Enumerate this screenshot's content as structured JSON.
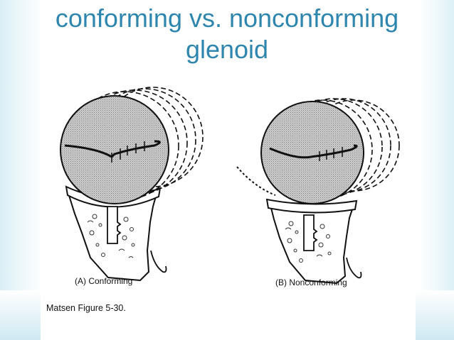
{
  "slide": {
    "title_line1": "conforming vs. nonconforming",
    "title_line2": "glenoid"
  },
  "figure": {
    "caption_a": "(A) Conforming",
    "caption_b": "(B) Nonconforming",
    "credit": "Matsen Figure 5-30."
  },
  "colors": {
    "title": "#2e86ae",
    "background_accent": "#cfe9f2",
    "ink": "#111111"
  }
}
